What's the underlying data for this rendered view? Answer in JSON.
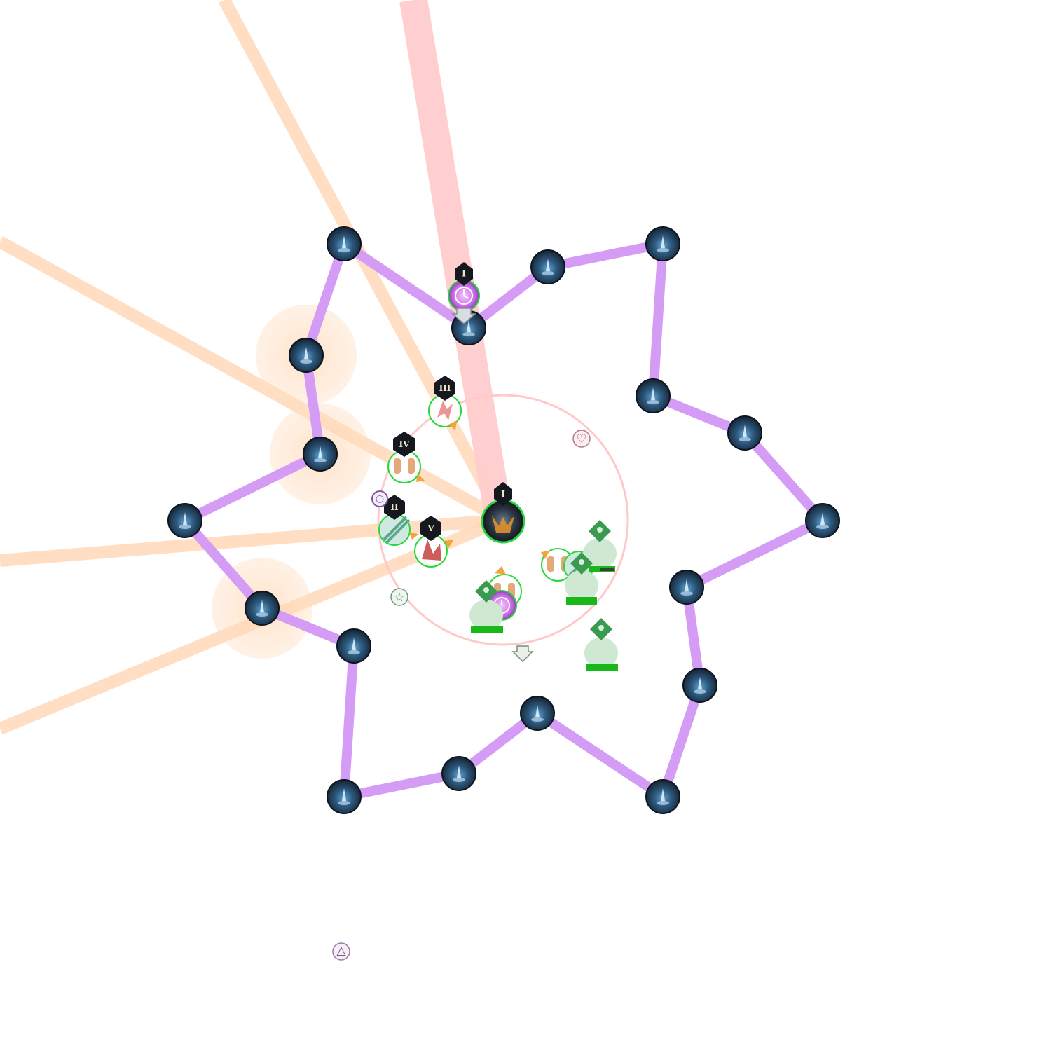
{
  "scene": {
    "type": "raid-mechanic-diagram",
    "colors": {
      "background": "#ffffff",
      "tether": "#d59cf5",
      "orb_fill_outer": "#1d2b3b",
      "orb_fill_inner": "#3f7aa8",
      "orb_stroke": "#0c141e",
      "cone_beam": "#ffd8b8",
      "tank_beam": "#ffcccc",
      "aoe_ring": "#ffc9c9",
      "aoe_glow": "#ffc28e",
      "player_ring": "#27d83a",
      "hp_bar": "#18b81a",
      "healer_marker": "#3a9a4f"
    }
  },
  "tethers": [
    {
      "from": 0,
      "to": 1
    },
    {
      "from": 1,
      "to": 2
    },
    {
      "from": 2,
      "to": 3
    },
    {
      "from": 3,
      "to": 4
    },
    {
      "from": 4,
      "to": 5
    },
    {
      "from": 5,
      "to": 6
    },
    {
      "from": 6,
      "to": 7
    },
    {
      "from": 7,
      "to": 8
    },
    {
      "from": 8,
      "to": 9
    },
    {
      "from": 9,
      "to": 10
    },
    {
      "from": 10,
      "to": 11
    },
    {
      "from": 11,
      "to": 12
    },
    {
      "from": 12,
      "to": 13
    },
    {
      "from": 13,
      "to": 14
    },
    {
      "from": 14,
      "to": 15
    },
    {
      "from": 15,
      "to": 16
    },
    {
      "from": 16,
      "to": 17
    },
    {
      "from": 17,
      "to": 18
    },
    {
      "from": 18,
      "to": 19
    },
    {
      "from": 19,
      "to": 0
    }
  ],
  "orbs": [
    {
      "id": "orb-top-left",
      "glow": false
    },
    {
      "id": "orb-top-middle",
      "glow": false
    },
    {
      "id": "orb-upper-middle-right",
      "glow": false
    },
    {
      "id": "orb-top-right",
      "glow": false
    },
    {
      "id": "orb-right-upper",
      "glow": false
    },
    {
      "id": "orb-right-upper-outer",
      "glow": false
    },
    {
      "id": "orb-far-right",
      "glow": false
    },
    {
      "id": "orb-right-lower",
      "glow": false
    },
    {
      "id": "orb-right-lower-outer",
      "glow": false
    },
    {
      "id": "orb-bottom-right",
      "glow": false
    },
    {
      "id": "orb-bottom-middle-right",
      "glow": false
    },
    {
      "id": "orb-bottom-middle-left",
      "glow": false
    },
    {
      "id": "orb-bottom-left",
      "glow": false
    },
    {
      "id": "orb-lower-left-inner",
      "glow": false
    },
    {
      "id": "orb-lower-left-outer",
      "glow": true
    },
    {
      "id": "orb-far-left",
      "glow": false
    },
    {
      "id": "orb-left-middle",
      "glow": true
    },
    {
      "id": "orb-left-upper",
      "glow": true
    },
    {
      "id": "orb-top-left-2",
      "glow": false
    },
    {
      "id": "orb-top-middle-2",
      "glow": false
    }
  ],
  "boss": {
    "label": "I",
    "icon": "boss-portrait-icon"
  },
  "party_members": [
    {
      "id": "party-member-i-top",
      "label": "I",
      "icon": "clock-debuff-icon"
    },
    {
      "id": "party-member-iii",
      "label": "III",
      "icon": "dancer-job-icon"
    },
    {
      "id": "party-member-iv",
      "label": "IV",
      "icon": "monk-job-icon"
    },
    {
      "id": "party-member-ii",
      "label": "II",
      "icon": "dragoon-job-icon"
    },
    {
      "id": "party-member-v",
      "label": "V",
      "icon": "red-mage-job-icon"
    }
  ],
  "waymarks": [
    {
      "id": "waymark-circle",
      "symbol": "○"
    },
    {
      "id": "waymark-heart",
      "symbol": "♡"
    },
    {
      "id": "waymark-star",
      "symbol": "☆"
    },
    {
      "id": "waymark-triangle",
      "symbol": "△"
    }
  ]
}
